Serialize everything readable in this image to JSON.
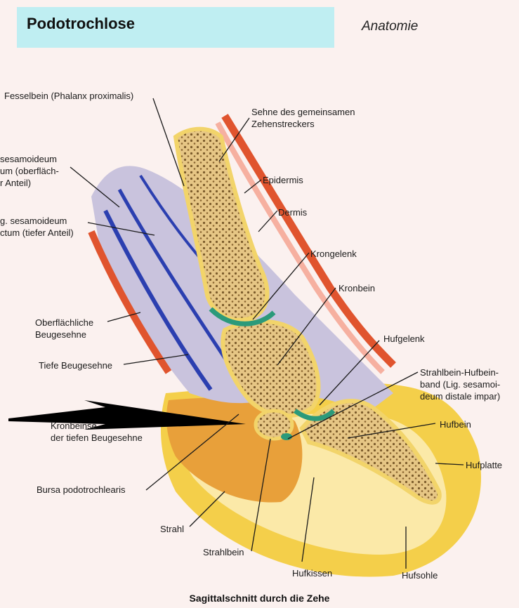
{
  "header": {
    "title": "Podotrochlose",
    "section": "Anatomie"
  },
  "labels": {
    "fesselbein": "Fesselbein (Phalanx proximalis)",
    "sehne_strecker": "Sehne des gemeinsamen\nZehenstreckers",
    "sesamoideum_ober": "sesamoideum\num (oberfläch-\nr Anteil)",
    "epidermis": "Epidermis",
    "sesamoideum_tief": "g. sesamoideum\nctum (tiefer Anteil)",
    "dermis": "Dermis",
    "krongelenk": "Krongelenk",
    "kronbein": "Kronbein",
    "oberflaechliche_beugesehne": "Oberflächliche\nBeugesehne",
    "hufgelenk": "Hufgelenk",
    "tiefe_beugesehne": "Tiefe Beugesehne",
    "strahlbein_hufbeinband": "Strahlbein-Hufbein-\nband (Lig. sesamoi-\ndeum distale impar)",
    "kronbeinsehne": "Kronbeinse\nder tiefen Beugesehne",
    "hufbein": "Hufbein",
    "hufplatte": "Hufplatte",
    "bursa": "Bursa podotrochlearis",
    "strahl": "Strahl",
    "strahlbein": "Strahlbein",
    "hufkissen": "Hufkissen",
    "hufsohle": "Hufsohle"
  },
  "caption": "Sagittalschnitt durch die Zehe",
  "colors": {
    "header_bg": "#bfeef2",
    "bone": "#b08a4a",
    "bone_rim": "#f2d46a",
    "hoof_yellow": "#f4cf4a",
    "tendon_gray": "#c9c3dd",
    "vein_blue": "#2b3fb0",
    "muscle_red": "#e0542e",
    "cartilage_green": "#2b9a7a",
    "pointer_arrow": "#000000"
  }
}
